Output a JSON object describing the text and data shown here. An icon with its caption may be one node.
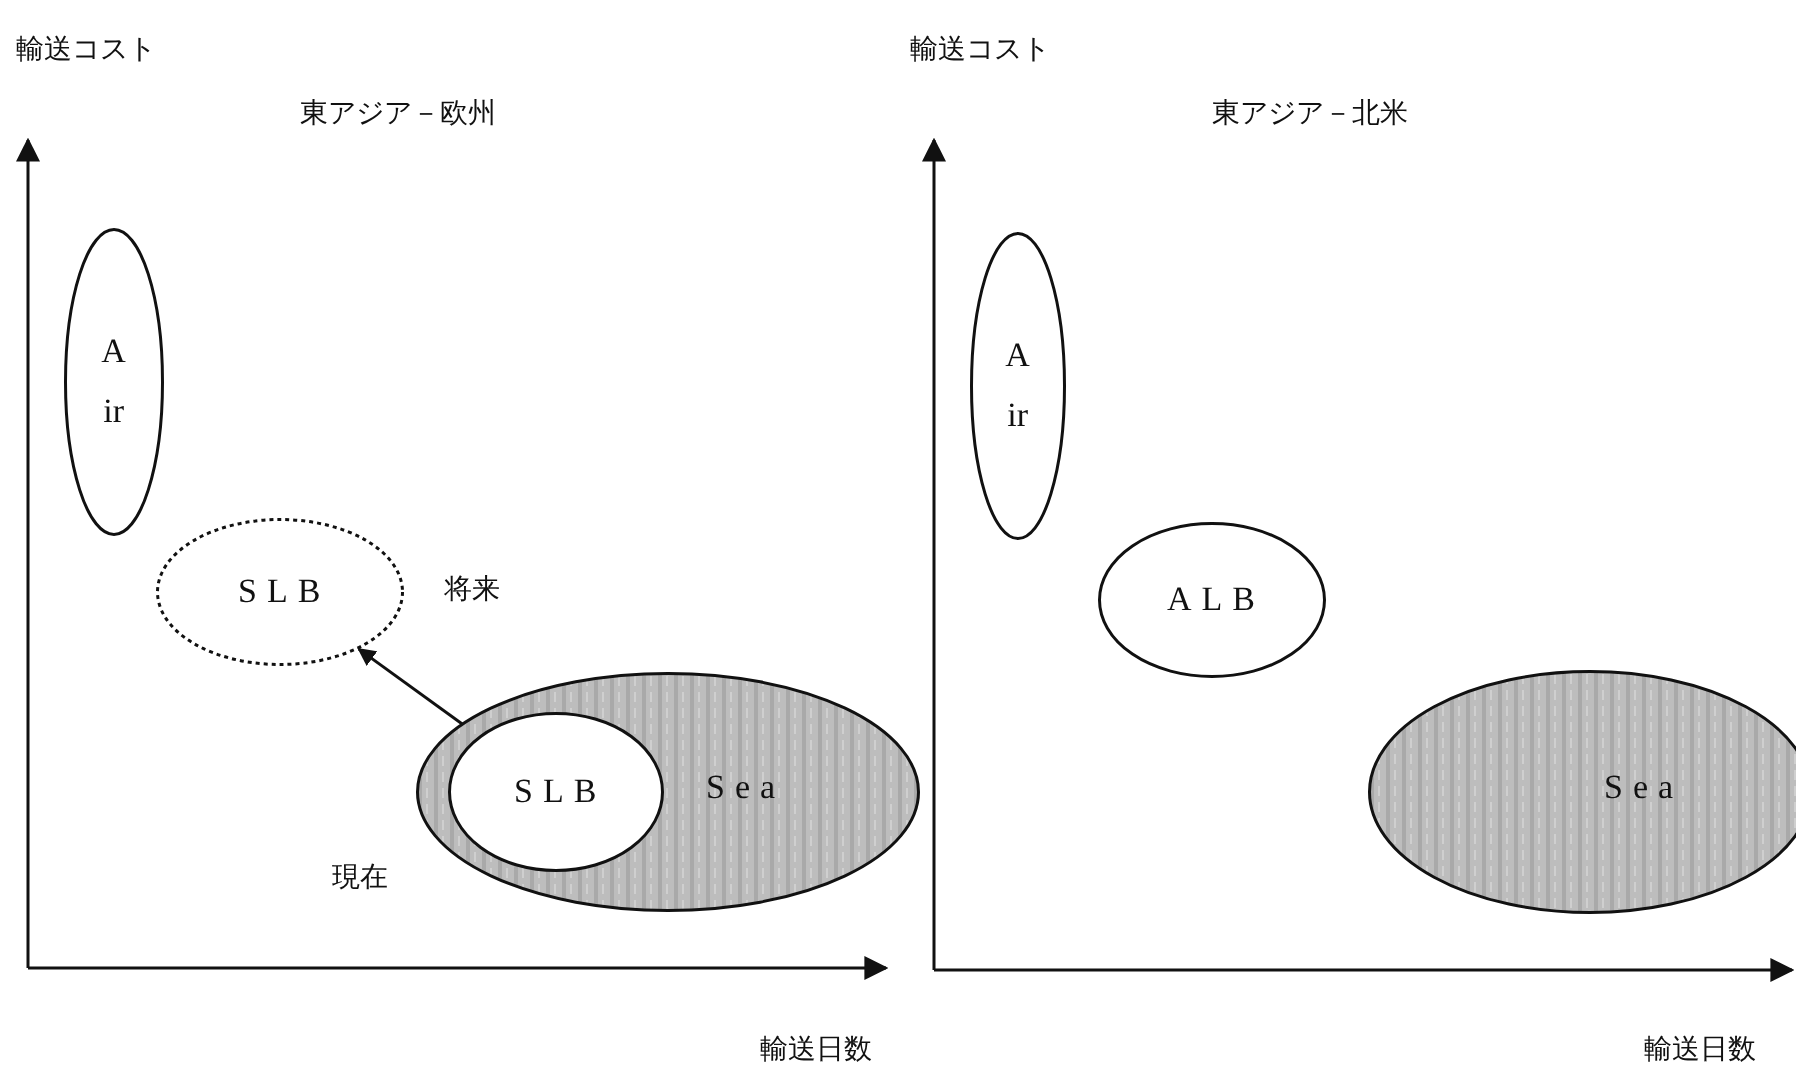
{
  "diagram": {
    "nodes": [
      {
        "text": [
          "Air"
        ]
      },
      {
        "text": [
          "SLB"
        ],
        "beside": [
          "将来"
        ]
      },
      {
        "text": [
          "Sea"
        ]
      },
      {
        "text": [
          "SLB"
        ],
        "in": 2,
        "beside": [
          "現在"
        ]
      },
      {
        "text": [
          "Air"
        ]
      },
      {
        "text": [
          "ALB"
        ]
      },
      {
        "text": [
          "Sea"
        ]
      }
    ],
    "edges": [
      {
        "from": 3,
        "to": 1,
        "arrow": "to"
      }
    ],
    "labels": [
      "輸送コスト",
      "東アジア－欧州",
      "輸送コスト",
      "東アジア－北米",
      "輸送日数",
      "輸送日数"
    ]
  }
}
